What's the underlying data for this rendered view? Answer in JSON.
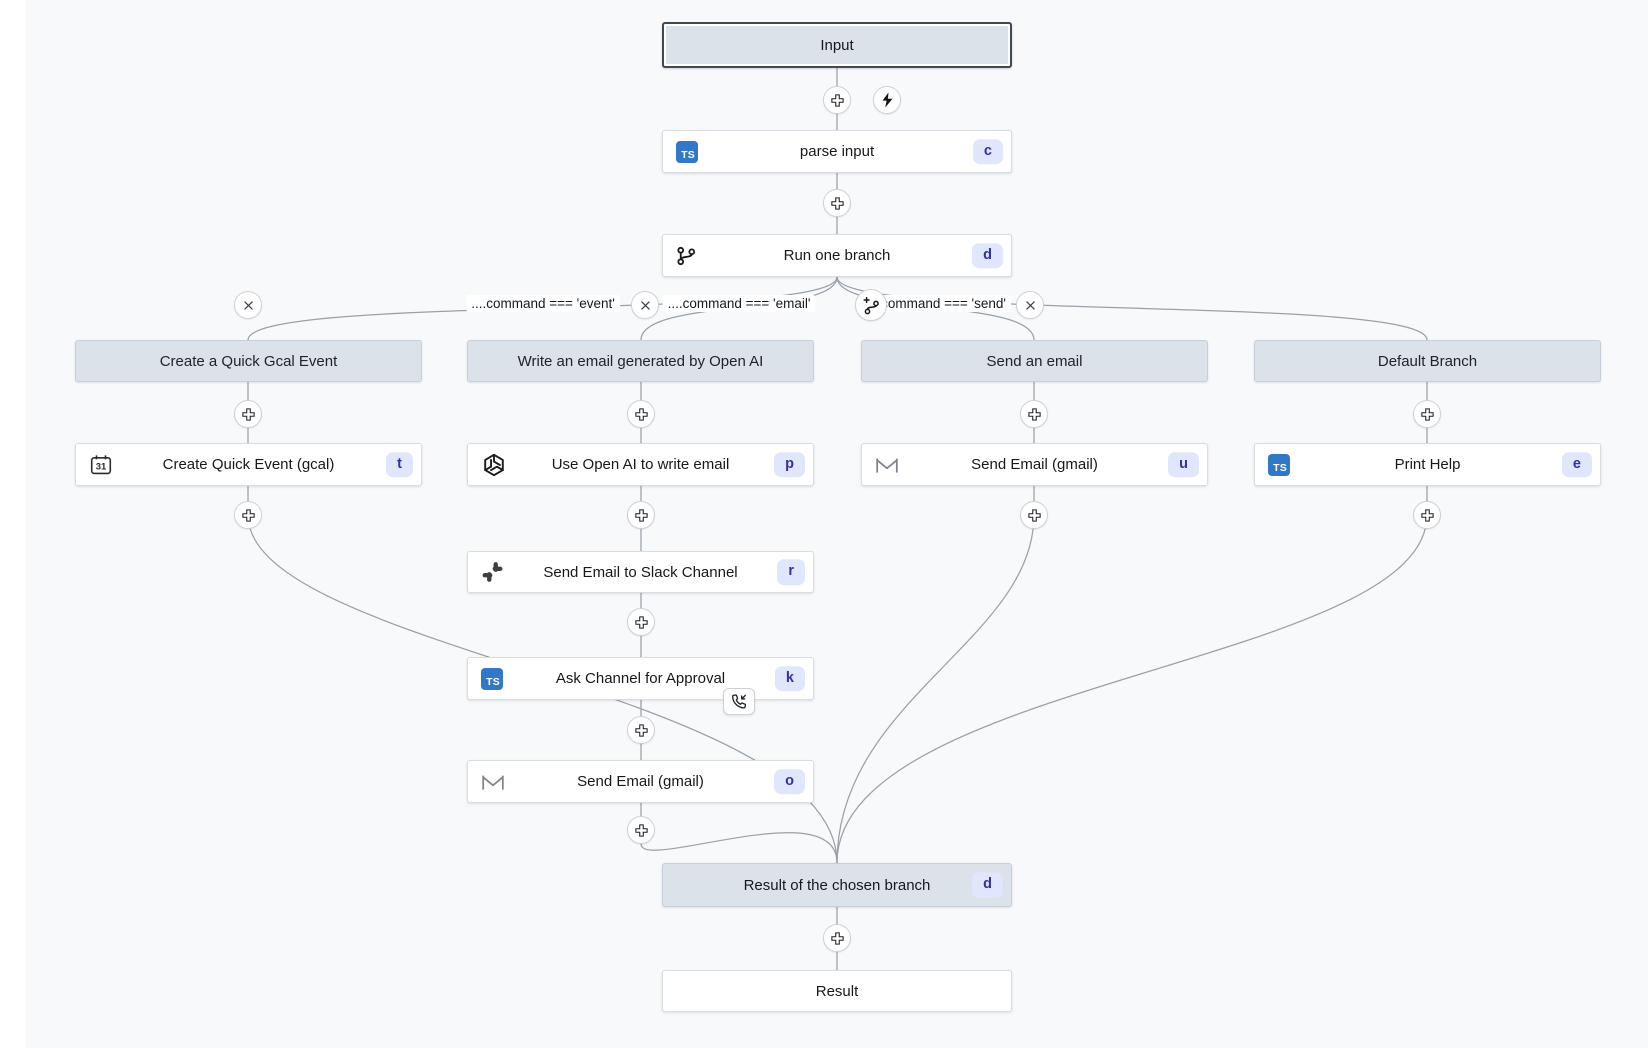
{
  "colors": {
    "canvas_bg": "#f8f9fb",
    "node_bg": "#ffffff",
    "selected_header_bg": "#dbe2e9",
    "selected_border": "#3f4956",
    "badge_bg": "#e0e6fc",
    "badge_text": "#3530a3",
    "typescript_blue": "#3178c6",
    "edge": "#9aa0a8"
  },
  "nodes": {
    "input": {
      "label": "Input"
    },
    "parse_input": {
      "label": "parse input",
      "badge": "c",
      "icon": "typescript-icon"
    },
    "run_one_branch": {
      "label": "Run one branch",
      "badge": "d",
      "icon": "git-branch-icon"
    },
    "result_of_chosen_branch": {
      "label": "Result of the chosen branch",
      "badge": "d"
    },
    "result": {
      "label": "Result"
    }
  },
  "branch_conditions": [
    {
      "label": "....command === 'event'"
    },
    {
      "label": "....command === 'email'"
    },
    {
      "label": "....command === 'send'"
    }
  ],
  "branches": [
    {
      "header": "Create a Quick Gcal Event",
      "steps": [
        {
          "label": "Create Quick Event (gcal)",
          "badge": "t",
          "icon": "calendar-icon"
        }
      ]
    },
    {
      "header": "Write an email generated by Open AI",
      "steps": [
        {
          "label": "Use Open AI to write email",
          "badge": "p",
          "icon": "openai-icon"
        },
        {
          "label": "Send Email to Slack Channel",
          "badge": "r",
          "icon": "slack-icon"
        },
        {
          "label": "Ask Channel for Approval",
          "badge": "k",
          "icon": "typescript-icon",
          "suffix_icon": "phone-incoming-icon"
        },
        {
          "label": "Send Email (gmail)",
          "badge": "o",
          "icon": "gmail-icon"
        }
      ]
    },
    {
      "header": "Send an email",
      "steps": [
        {
          "label": "Send Email (gmail)",
          "badge": "u",
          "icon": "gmail-icon"
        }
      ]
    },
    {
      "header": "Default Branch",
      "steps": [
        {
          "label": "Print Help",
          "badge": "e",
          "icon": "typescript-icon"
        }
      ]
    }
  ],
  "icons": {
    "ts_label": "TS",
    "calendar_day": "31",
    "toolbar": [
      "plus-icon",
      "bolt-icon",
      "close-icon",
      "add-branch-icon"
    ]
  }
}
